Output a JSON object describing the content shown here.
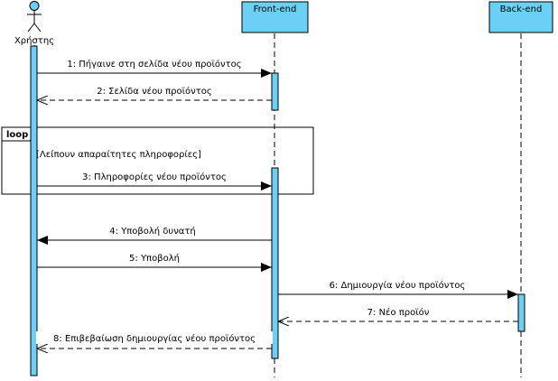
{
  "actor": {
    "name": "Χρήστης"
  },
  "participants": [
    {
      "name": "Front-end"
    },
    {
      "name": "Back-end"
    }
  ],
  "loop": {
    "tag": "loop",
    "guard": "[Λείπουν απαραίτητες πληροφορίες]"
  },
  "messages": [
    {
      "label": "1: Πήγαινε στη σελίδα νέου προϊόντος"
    },
    {
      "label": "2: Σελίδα νέου προϊόντος"
    },
    {
      "label": "3: Πληροφορίες νέου προϊόντος"
    },
    {
      "label": "4: Υποβολή δυνατή"
    },
    {
      "label": "5: Υποβολή"
    },
    {
      "label": "6: Δημιουργία νέου προϊόντος"
    },
    {
      "label": "7: Νέο προϊόν"
    },
    {
      "label": "8: Επιβεβαίωση δημιουργίας νέου προϊόντος"
    }
  ],
  "colors": {
    "participant_fill": "#6ccff6",
    "activation_fill": "#6ccff6",
    "stroke": "#000000"
  }
}
